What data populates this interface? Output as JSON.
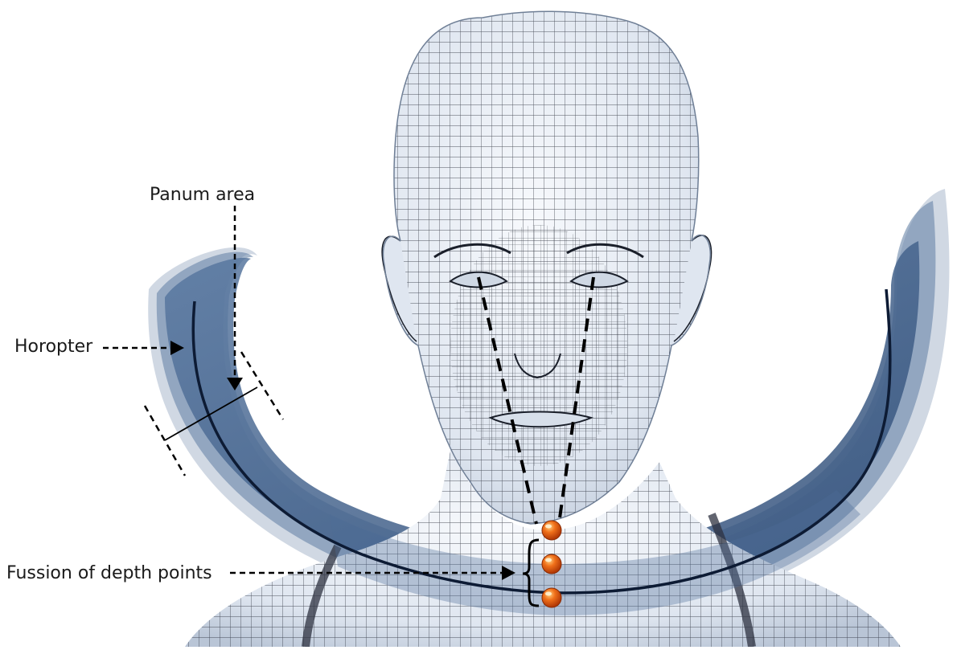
{
  "labels": {
    "panum_area": "Panum area",
    "horopter": "Horopter",
    "fusion_of_depth_points": "Fussion of depth points"
  },
  "colors": {
    "band_dark": "#3a5a84",
    "band_mid": "#6985a8",
    "band_light": "#a9b8cc",
    "horopter_line": "#0d1b34",
    "mesh_skin": "#eef2f8",
    "mesh_line": "#1a1f2a",
    "depth_point": "#f0701a",
    "depth_point_highlight": "#ffd080"
  },
  "depth_points": {
    "count": 3
  }
}
